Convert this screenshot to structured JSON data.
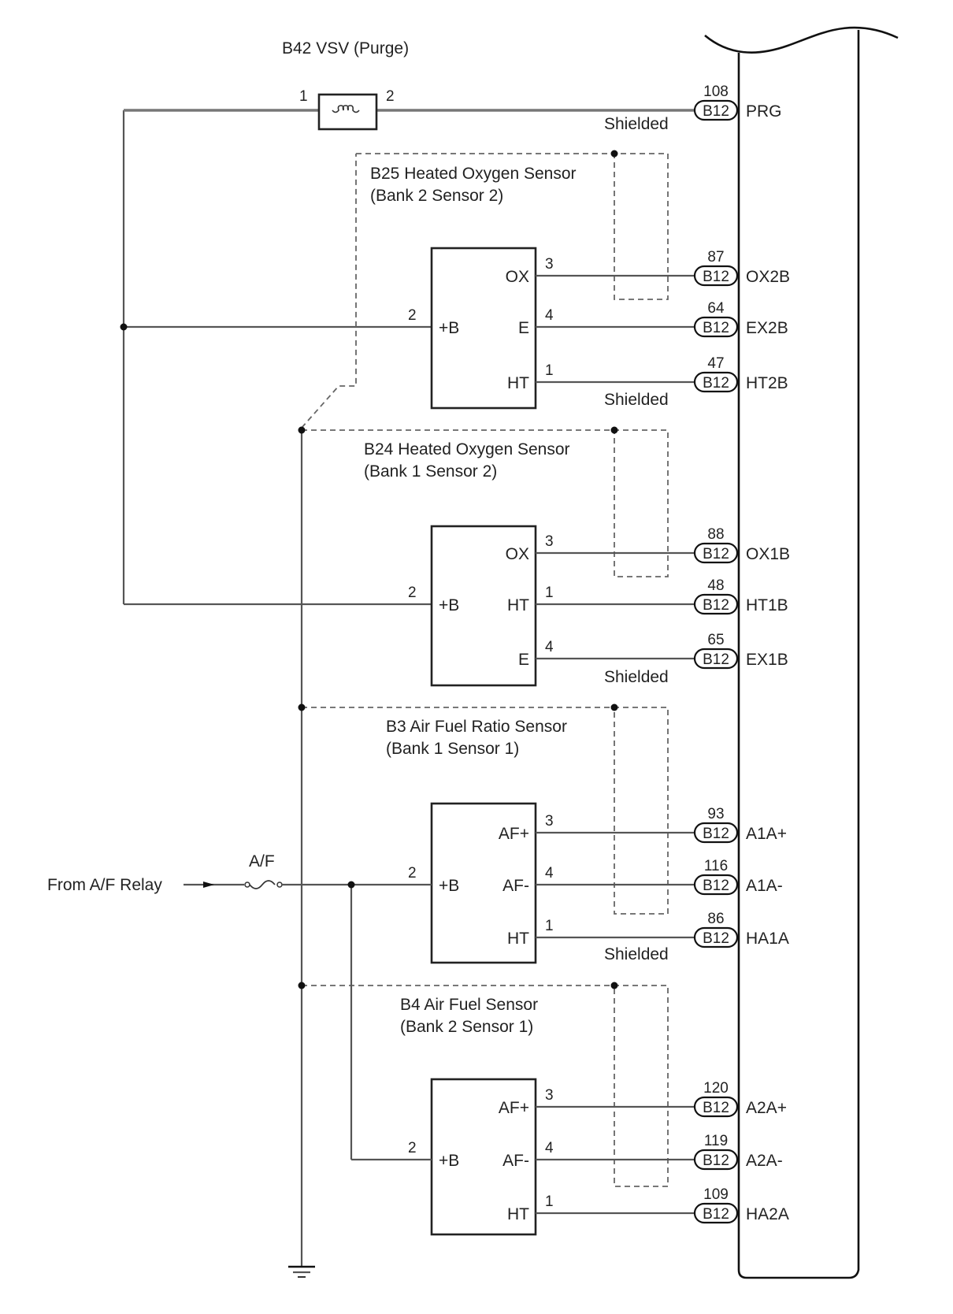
{
  "diagram": {
    "ecu": {
      "connector": "B12",
      "terminals": [
        {
          "pin": "108",
          "name": "PRG"
        },
        {
          "pin": "87",
          "name": "OX2B"
        },
        {
          "pin": "64",
          "name": "EX2B"
        },
        {
          "pin": "47",
          "name": "HT2B"
        },
        {
          "pin": "88",
          "name": "OX1B"
        },
        {
          "pin": "48",
          "name": "HT1B"
        },
        {
          "pin": "65",
          "name": "EX1B"
        },
        {
          "pin": "93",
          "name": "A1A+"
        },
        {
          "pin": "116",
          "name": "A1A-"
        },
        {
          "pin": "86",
          "name": "HA1A"
        },
        {
          "pin": "120",
          "name": "A2A+"
        },
        {
          "pin": "119",
          "name": "A2A-"
        },
        {
          "pin": "109",
          "name": "HA2A"
        }
      ]
    },
    "vsv": {
      "title": "B42 VSV (Purge)",
      "pin_in": "1",
      "pin_out": "2"
    },
    "shielded_label": "Shielded",
    "sensors": [
      {
        "title": "B25 Heated Oxygen Sensor",
        "subtitle": "(Bank 2  Sensor 2)",
        "supply_label": "+B",
        "supply_pin": "2",
        "outputs": [
          {
            "label": "OX",
            "pin": "3"
          },
          {
            "label": "E",
            "pin": "4"
          },
          {
            "label": "HT",
            "pin": "1"
          }
        ]
      },
      {
        "title": "B24 Heated Oxygen Sensor",
        "subtitle": "(Bank 1  Sensor 2)",
        "supply_label": "+B",
        "supply_pin": "2",
        "outputs": [
          {
            "label": "OX",
            "pin": "3"
          },
          {
            "label": "HT",
            "pin": "1"
          },
          {
            "label": "E",
            "pin": "4"
          }
        ]
      },
      {
        "title": "B3 Air Fuel Ratio Sensor",
        "subtitle": "(Bank 1  Sensor 1)",
        "supply_label": "+B",
        "supply_pin": "2",
        "outputs": [
          {
            "label": "AF+",
            "pin": "3"
          },
          {
            "label": "AF-",
            "pin": "4"
          },
          {
            "label": "HT",
            "pin": "1"
          }
        ]
      },
      {
        "title": "B4 Air Fuel Sensor",
        "subtitle": "(Bank 2  Sensor 1)",
        "supply_label": "+B",
        "supply_pin": "2",
        "outputs": [
          {
            "label": "AF+",
            "pin": "3"
          },
          {
            "label": "AF-",
            "pin": "4"
          },
          {
            "label": "HT",
            "pin": "1"
          }
        ]
      }
    ],
    "power": {
      "source_label": "From A/F Relay",
      "fuse_label": "A/F"
    }
  }
}
